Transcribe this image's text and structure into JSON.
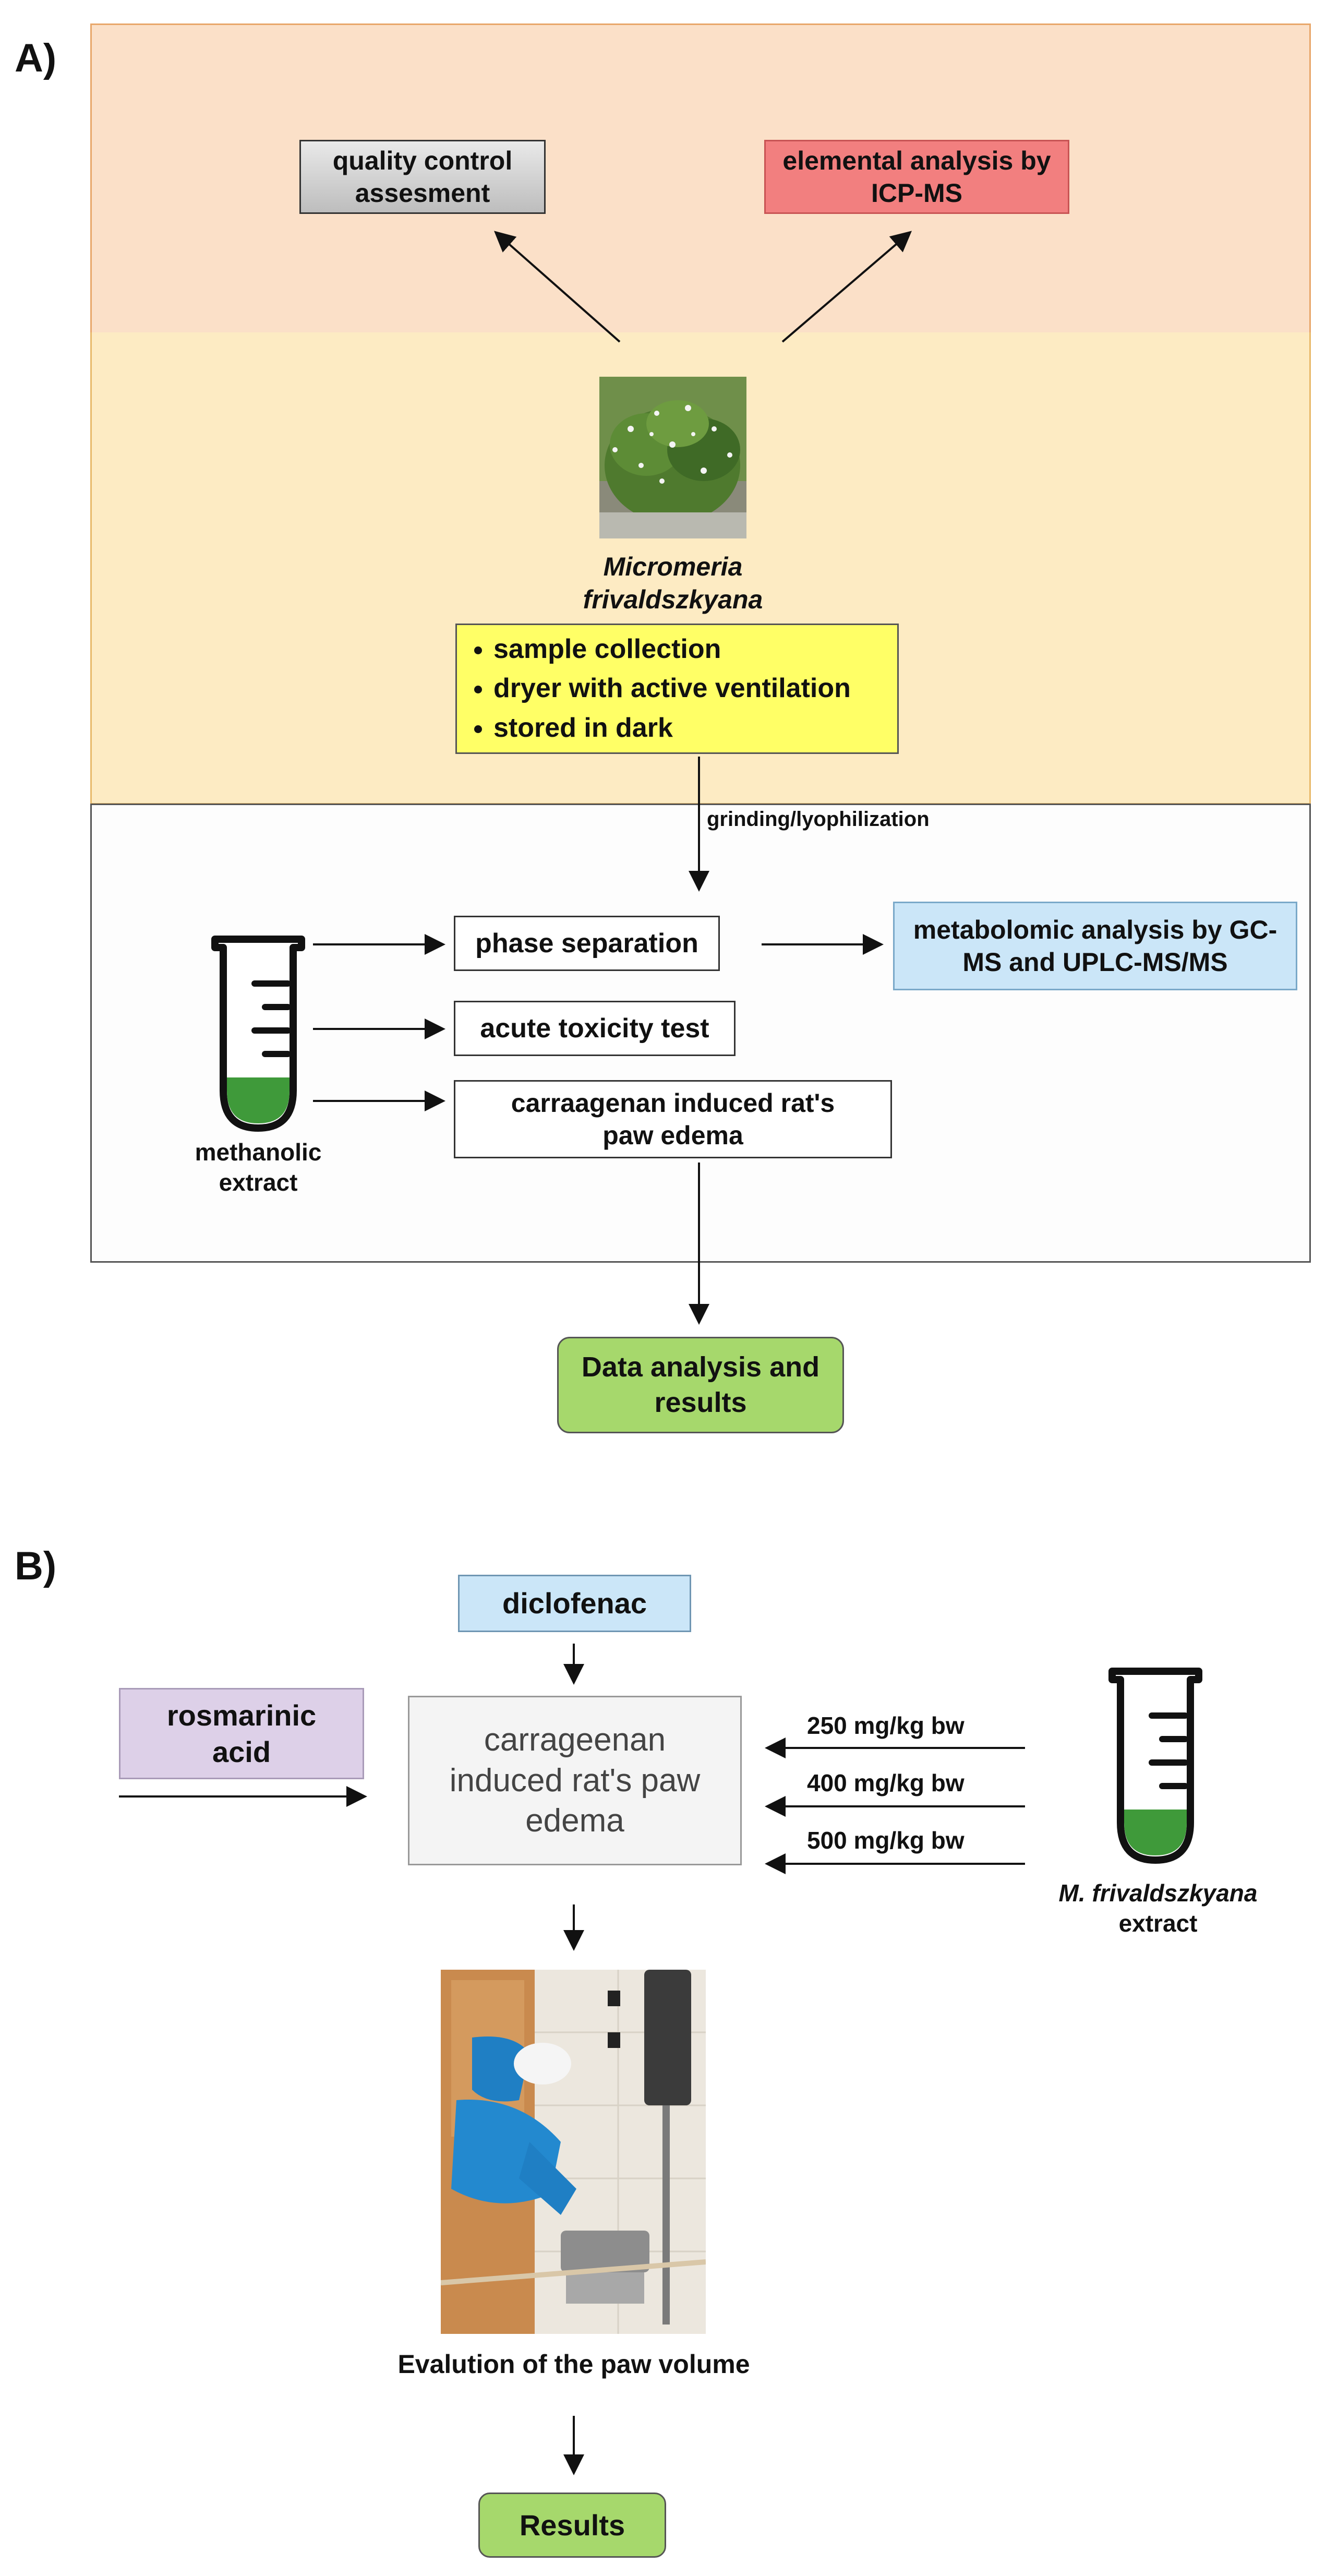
{
  "panel_a": {
    "label": "A)",
    "quality_control": "quality control assesment",
    "elemental_analysis": "elemental analysis by ICP-MS",
    "plant_name_line1": "Micromeria",
    "plant_name_line2": "frivaldszkyana",
    "bullets": [
      "sample collection",
      "dryer with active ventilation",
      "stored in dark"
    ],
    "grinding": "grinding/lyophilization",
    "phase_separation": "phase separation",
    "metabolomic": "metabolomic analysis by GC-MS and UPLC-MS/MS",
    "acute_toxicity": "acute toxicity test",
    "carrageenan": "carraagenan induced rat's paw edema",
    "methanolic_line1": "methanolic",
    "methanolic_line2": "extract",
    "data_analysis": "Data analysis and results"
  },
  "panel_b": {
    "label": "B)",
    "diclofenac": "diclofenac",
    "rosmarinic": "rosmarinic acid",
    "carrageenan": "carrageenan induced rat's paw edema",
    "doses": [
      "250 mg/kg bw",
      "400 mg/kg bw",
      "500 mg/kg bw"
    ],
    "extract_line1": "M. frivaldszkyana",
    "extract_line2": "extract",
    "evaluation": "Evalution of the paw volume",
    "results": "Results"
  },
  "colors": {
    "top_band": "#fbe0c8",
    "mid_band": "#fdebc3",
    "bottom_band": "#fdfdfd",
    "gray_box": "#cfcfcf",
    "red_box": "#f27f7f",
    "yellow_box": "#ffff66",
    "blue_box": "#cbe6f8",
    "green_box": "#a6d86c",
    "purple_box": "#ddd0e8",
    "tube_fill": "#3f9a3a"
  }
}
